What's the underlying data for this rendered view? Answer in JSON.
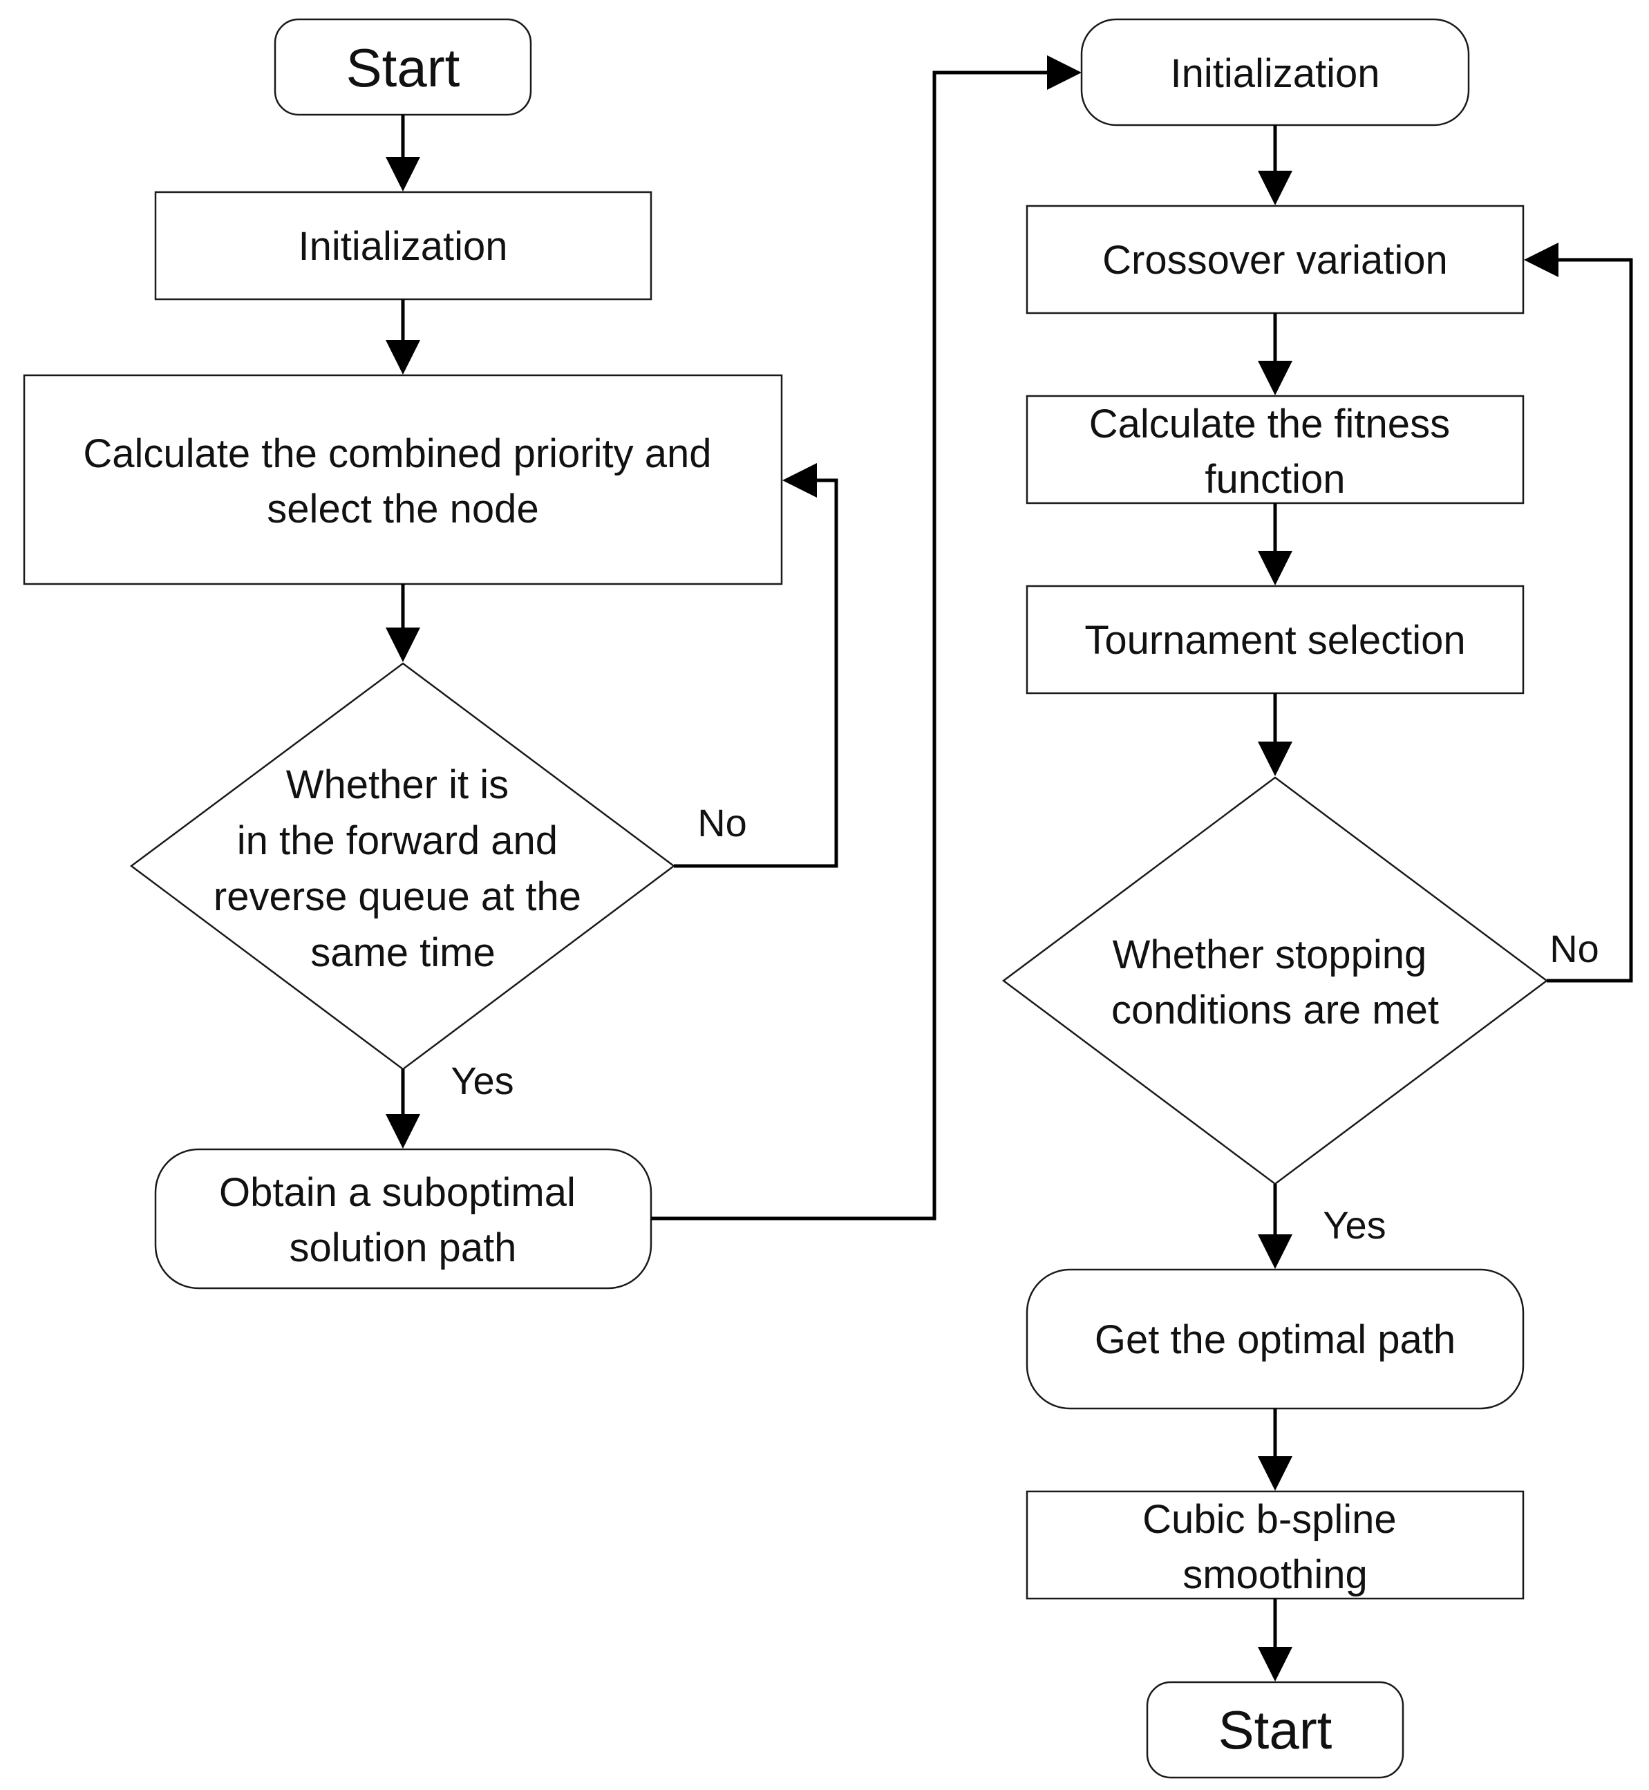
{
  "left_flow": {
    "start": "Start",
    "init": "Initialization",
    "priority": [
      "Calculate the combined priority and",
      "select the node"
    ],
    "decision": [
      "Whether it is",
      "in the forward and",
      "reverse queue at the",
      "same time"
    ],
    "decision_no": "No",
    "decision_yes": "Yes",
    "suboptimal": [
      "Obtain a suboptimal",
      "solution path"
    ]
  },
  "right_flow": {
    "init": "Initialization",
    "crossover": "Crossover variation",
    "fitness": [
      "Calculate the fitness",
      "function"
    ],
    "tournament": "Tournament selection",
    "decision": [
      "Whether stopping",
      "conditions are met"
    ],
    "decision_no": "No",
    "decision_yes": "Yes",
    "optimal": "Get the optimal path",
    "spline": [
      "Cubic b-spline",
      "smoothing"
    ],
    "end": "Start"
  }
}
